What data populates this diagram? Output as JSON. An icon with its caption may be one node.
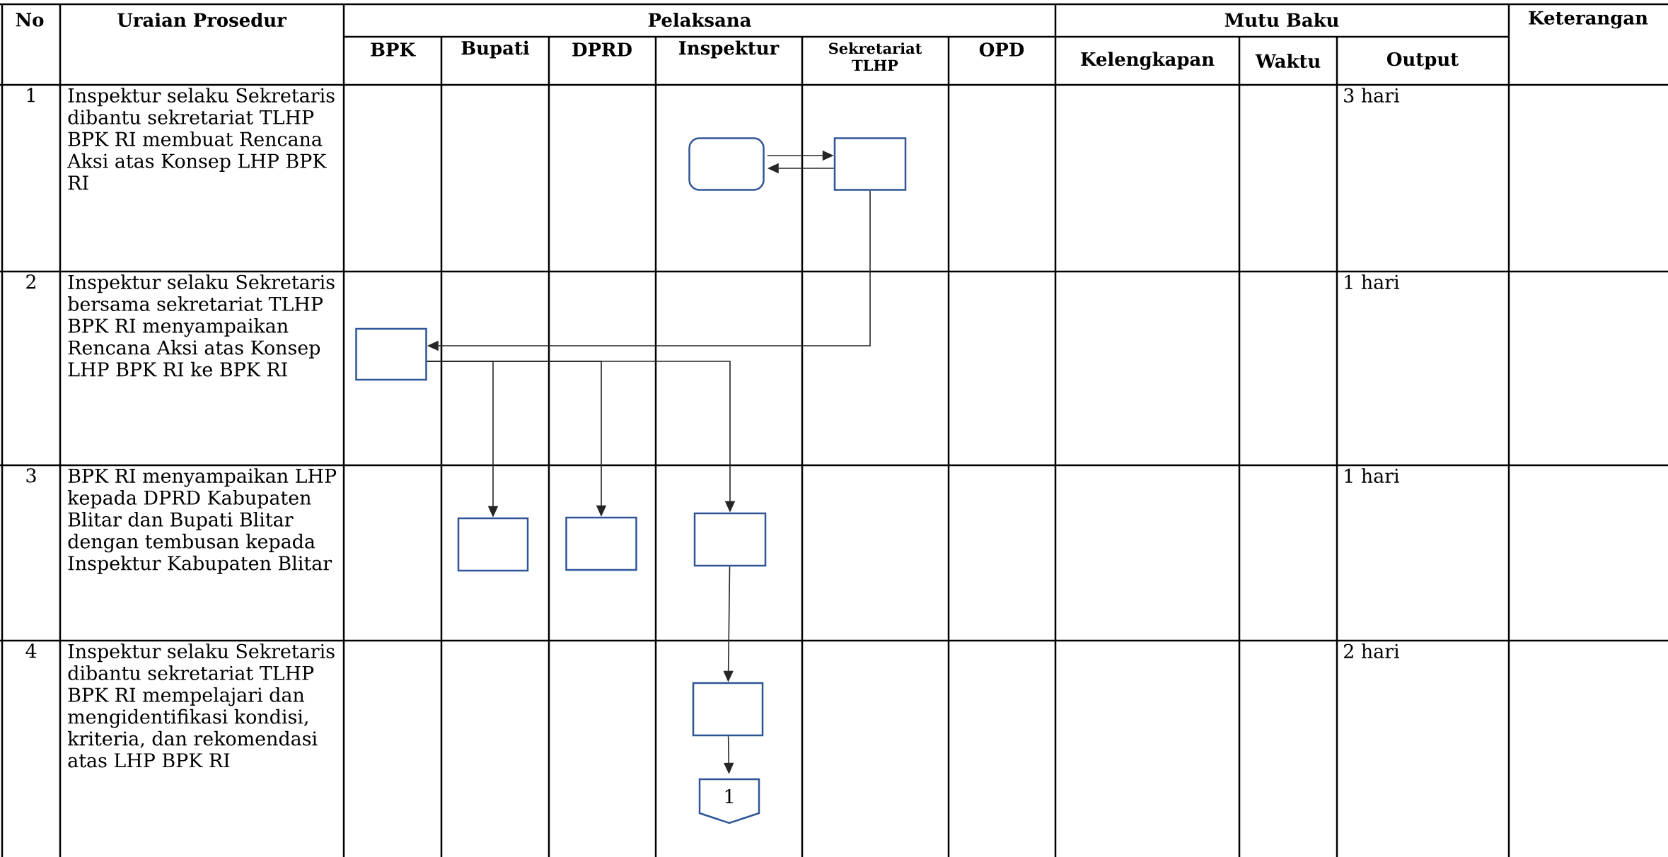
{
  "diagram": {
    "nodes": [
      {
        "text": [],
        "shape": "box"
      },
      {
        "text": [],
        "shape": "box"
      },
      {
        "text": [],
        "shape": "box"
      },
      {
        "text": [],
        "shape": "box"
      },
      {
        "text": [],
        "shape": "box"
      },
      {
        "text": [],
        "shape": "box"
      },
      {
        "text": [],
        "shape": "box"
      },
      {
        "text": [
          "1"
        ]
      }
    ],
    "edges": [
      {
        "from": 0,
        "to": 1,
        "arrow": "to"
      },
      {
        "from": 1,
        "to": 0,
        "arrow": "to"
      },
      {
        "from": 1,
        "to": 2,
        "arrow": "to"
      },
      {
        "from": 2,
        "to": 3,
        "arrow": "to"
      },
      {
        "from": 2,
        "to": 4,
        "arrow": "to"
      },
      {
        "from": 2,
        "to": 5,
        "arrow": "to"
      },
      {
        "from": 5,
        "to": 6,
        "arrow": "to"
      },
      {
        "from": 6,
        "to": 7,
        "arrow": "to"
      }
    ],
    "labels": [
      "No",
      "Uraian Prosedur",
      "Pelaksana",
      "Mutu Baku",
      "Keterangan",
      "BPK",
      "Bupati",
      "DPRD",
      "Inspektur",
      "Sekretariat TLHP",
      "OPD",
      "Kelengkapan",
      "Waktu",
      "Output",
      "1",
      "Inspektur selaku Sekretaris dibantu sekretariat TLHP BPK RI membuat Rencana Aksi atas Konsep LHP BPK RI",
      "3 hari",
      "2",
      "Inspektur selaku Sekretaris bersama sekretariat TLHP BPK RI menyampaikan Rencana Aksi atas Konsep LHP BPK RI ke BPK RI",
      "1 hari",
      "3",
      "BPK RI menyampaikan LHP kepada DPRD Kabupaten Blitar dan Bupati Blitar dengan tembusan kepada Inspektur Kabupaten Blitar",
      "1 hari",
      "4",
      "Inspektur selaku Sekretaris dibantu sekretariat TLHP BPK RI mempelajari dan mengidentifikasi kondisi, kriteria, dan rekomendasi atas LHP BPK RI",
      "2 hari"
    ]
  }
}
